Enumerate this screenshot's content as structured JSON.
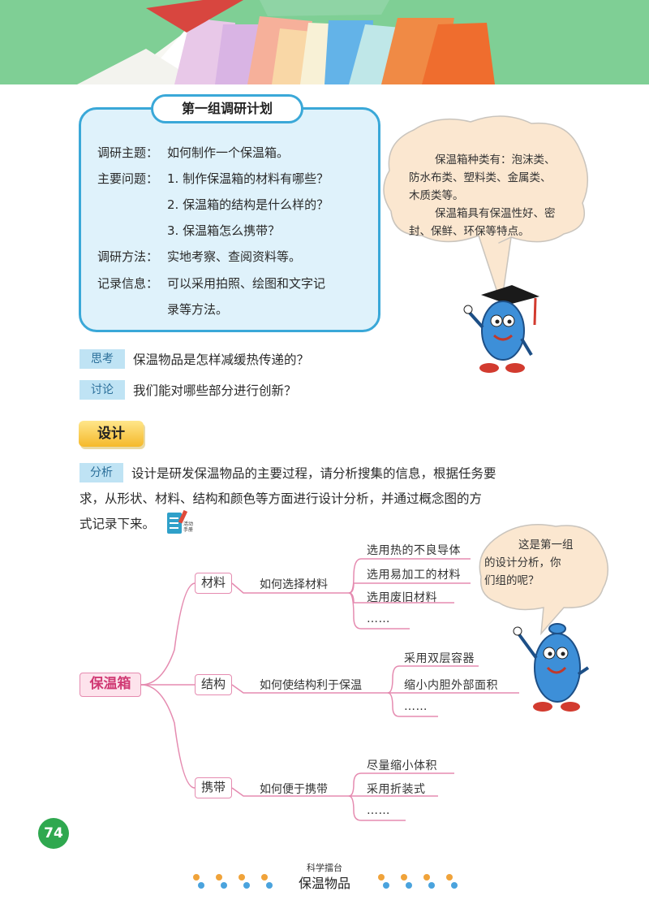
{
  "colors": {
    "banner_green": "#7fcf95",
    "box_border": "#3aa8d8",
    "box_fill": "#dff2fb",
    "map_pink": "#e58bb0",
    "tag_blue": "#bfe3f4",
    "page_number_green": "#2fa84f",
    "design_yellow": "#f5b92a"
  },
  "plan": {
    "title": "第一组调研计划",
    "topic_label": "调研主题：",
    "topic": "如何制作一个保温箱。",
    "questions_label": "主要问题：",
    "q1": "1. 制作保温箱的材料有哪些？",
    "q2": "2. 保温箱的结构是什么样的？",
    "q3": "3. 保温箱怎么携带？",
    "method_label": "调研方法：",
    "method": "实地考察、查阅资料等。",
    "record_label": "记录信息：",
    "record_1": "可以采用拍照、绘图和文字记",
    "record_2": "录等方法。"
  },
  "bubble_1": {
    "line_1": "保温箱种类有：泡沫类、",
    "line_2": "防水布类、塑料类、金属类、",
    "line_3": "木质类等。",
    "line_4": "保温箱具有保温性好、密",
    "line_5": "封、保鲜、环保等特点。"
  },
  "think": {
    "tag": "思考",
    "text": "保温物品是怎样减缓热传递的？"
  },
  "discuss": {
    "tag": "讨论",
    "text": "我们能对哪些部分进行创新？"
  },
  "design": {
    "label": "设计"
  },
  "analysis": {
    "tag": "分析",
    "line_1": "设计是研发保温物品的主要过程，请分析搜集的信息，根据任务要",
    "line_2": "求，从形状、材料、结构和颜色等方面进行设计分析，并通过概念图的方",
    "line_3": "式记录下来。",
    "handbook_icon_text": "活动手册"
  },
  "bubble_2": {
    "line_1": "这是第一组",
    "line_2": "的设计分析，你",
    "line_3": "们组的呢？"
  },
  "concept_map": {
    "root": "保温箱",
    "branches": [
      {
        "node": "材料",
        "question": "如何选择材料",
        "leaves": [
          "选用热的不良导体",
          "选用易加工的材料",
          "选用废旧材料",
          "……"
        ]
      },
      {
        "node": "结构",
        "question": "如何使结构利于保温",
        "leaves": [
          "采用双层容器",
          "缩小内胆外部面积",
          "……"
        ]
      },
      {
        "node": "携带",
        "question": "如何便于携带",
        "leaves": [
          "尽量缩小体积",
          "采用折装式",
          "……"
        ]
      }
    ]
  },
  "page_number": "74",
  "footer": {
    "small": "科学擂台",
    "big": "保温物品"
  }
}
